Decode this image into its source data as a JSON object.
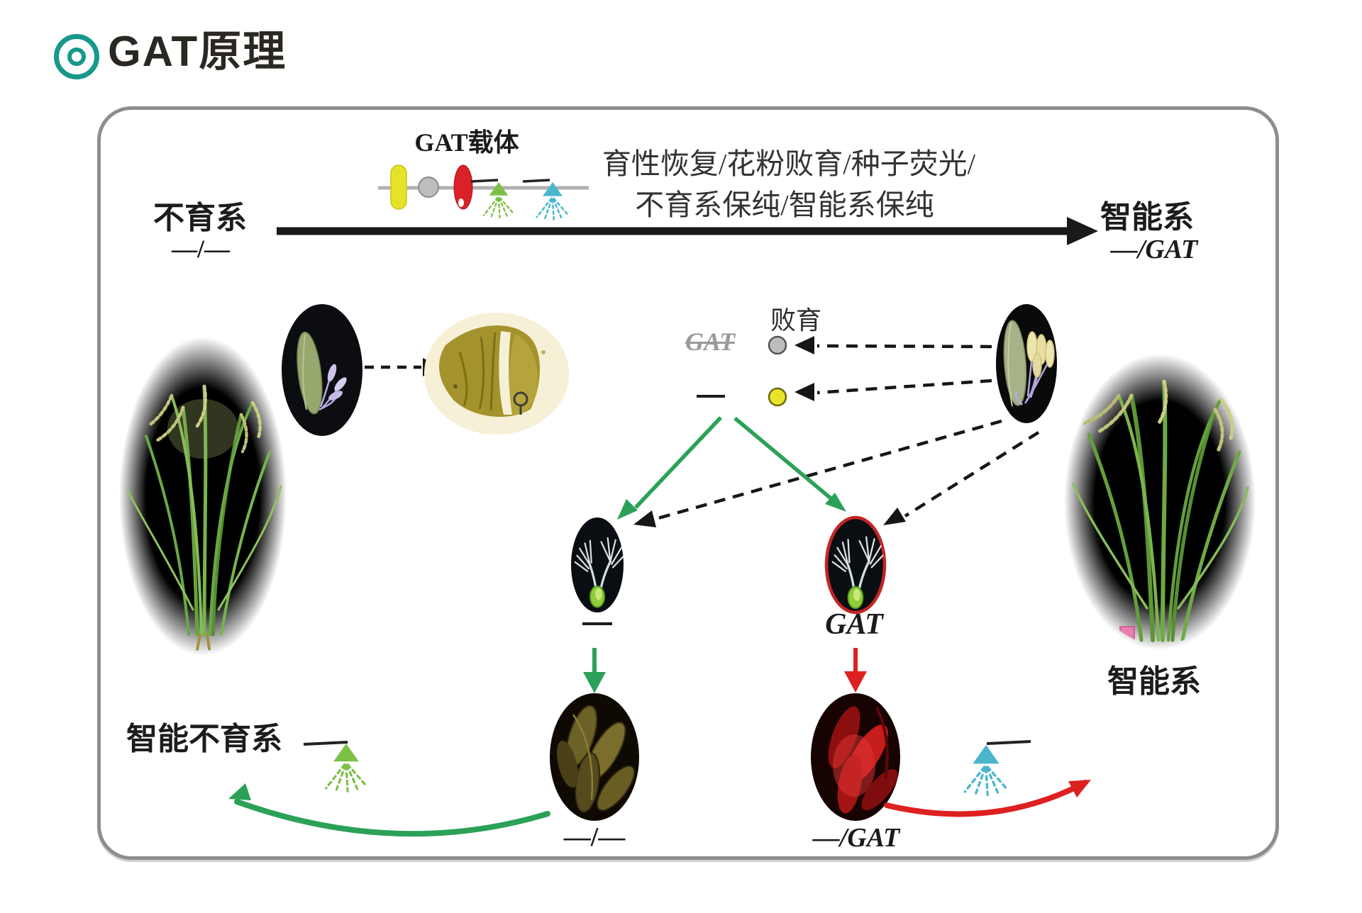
{
  "page": {
    "title": "GAT原理"
  },
  "vector": {
    "label": "GAT载体"
  },
  "caption": {
    "line1": "育性恢复/花粉败育/种子荧光/",
    "line2": "不育系保纯/智能系保纯"
  },
  "terminals": {
    "left": {
      "name": "不育系",
      "genotype": "—/—"
    },
    "right": {
      "name": "智能系",
      "genotype": "—/GAT"
    }
  },
  "middle": {
    "abort_label": "败育",
    "gat_crossed": "GAT",
    "minus_allele": "—"
  },
  "florets": {
    "left_label": "—",
    "right_label": "GAT"
  },
  "seeds": {
    "left_label": "—/—",
    "right_label": "—/GAT"
  },
  "plants": {
    "left_label": "智能不育系",
    "right_label": "智能系"
  },
  "colors": {
    "accent_teal": "#16988a",
    "arrow_green": "#2ba158",
    "arrow_red": "#dd2020",
    "arrow_black": "#1a1a1a",
    "marker_yellow": "#e8e32b",
    "marker_gray": "#bdbdbd",
    "vector_yellow": "#e6e229",
    "vector_red": "#da2128",
    "spray_green": "#7cc045",
    "spray_cyan": "#49b6cc",
    "panel_border": "#8d8d8d",
    "floret_ring_red": "#c42525"
  }
}
